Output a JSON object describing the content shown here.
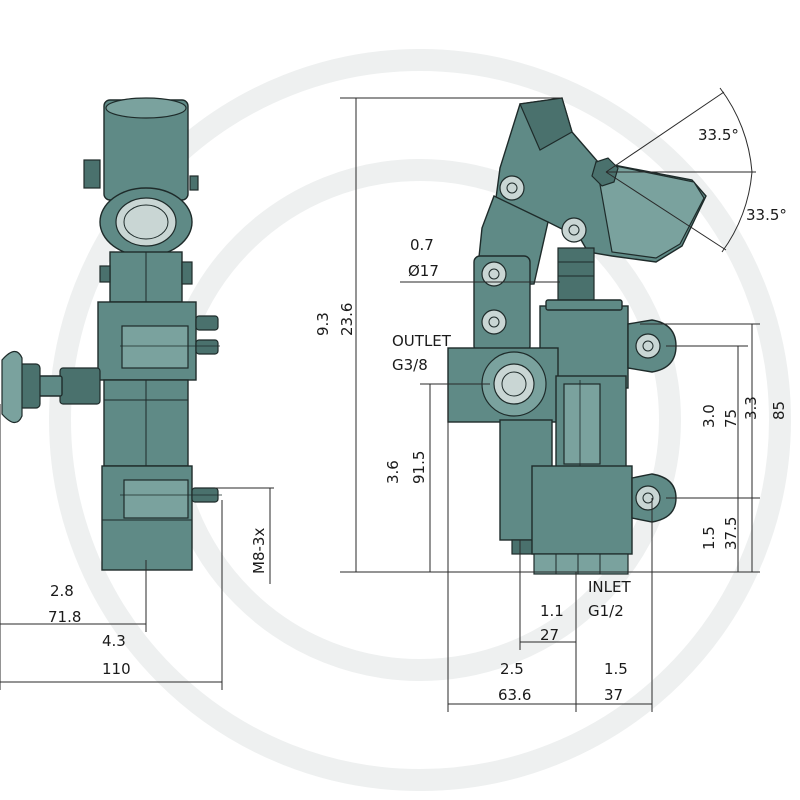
{
  "dimensions": {
    "angle_top": "33.5°",
    "angle_bottom": "33.5°",
    "shaft_diameter_in": "0.7",
    "shaft_diameter_mm": "Ø17",
    "total_height_in": "9.3",
    "total_height_mm": "23.6",
    "outlet_height_in": "3.6",
    "outlet_height_mm": "91.5",
    "mount_spacing_in": "3.0",
    "mount_spacing_mm": "75",
    "mount_height_in": "3.3",
    "mount_height_mm": "85",
    "lower_mount_in": "1.5",
    "lower_mount_mm": "37.5",
    "inlet_offset_in": "1.1",
    "inlet_offset_mm": "27",
    "left_offset_in": "2.5",
    "left_offset_mm": "63.6",
    "right_offset_in": "1.5",
    "right_offset_mm": "37",
    "side_offset_in": "2.8",
    "side_offset_mm": "71.8",
    "side_width_in": "4.3",
    "side_width_mm": "110",
    "bolt_thread": "M8-3x"
  },
  "ports": {
    "outlet_label": "OUTLET",
    "outlet_thread": "G3/8",
    "inlet_label": "INLET",
    "inlet_thread": "G1/2"
  }
}
